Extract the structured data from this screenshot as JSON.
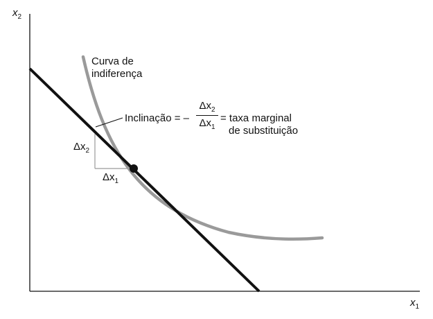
{
  "axes": {
    "y_label": "x",
    "y_sub": "2",
    "x_label": "x",
    "x_sub": "1"
  },
  "indifference_curve": {
    "label_line1": "Curva de",
    "label_line2": "indiferença",
    "color": "#9a9a9a"
  },
  "budget_line": {
    "color": "#111111"
  },
  "slope_annotation": {
    "prefix": "Inclinação = –",
    "numerator_delta": "Δx",
    "numerator_sub": "2",
    "denominator_delta": "Δx",
    "denominator_sub": "1",
    "suffix_line1": "= taxa marginal",
    "suffix_line2": "de substituição"
  },
  "triangle": {
    "vertical_delta": "Δx",
    "vertical_sub": "2",
    "horizontal_delta": "Δx",
    "horizontal_sub": "1"
  }
}
